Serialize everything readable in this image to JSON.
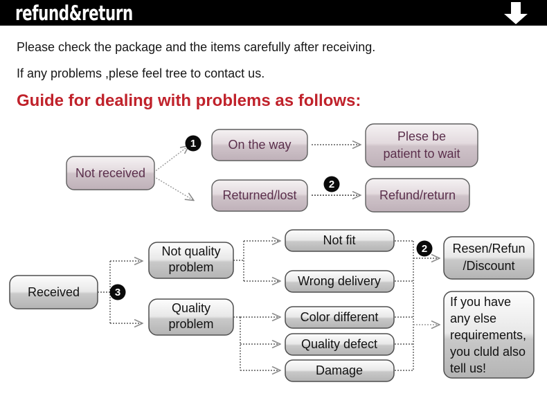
{
  "header": {
    "title": "refund&return",
    "arrow_icon": "arrow-down-icon",
    "background_color": "#000000",
    "text_color": "#ffffff"
  },
  "intro": {
    "line1": "Please check the package and the items carefully after receiving.",
    "line2": "If any problems ,plese feel tree to contact us.",
    "guide_title": "Guide for dealing with problems as follows:",
    "guide_color": "#c0222b"
  },
  "flow_top": {
    "start": "Not received",
    "branches": [
      {
        "marker": "1",
        "node": "On the way",
        "result": "Plese be\npatient to wait",
        "result_line1": "Plese be",
        "result_line2": "patient to wait"
      },
      {
        "marker": "2",
        "node": "Returned/lost",
        "result": "Refund/return",
        "result_line1": "Refund/return",
        "result_line2": ""
      }
    ],
    "node_text_color": "#5b2f4c"
  },
  "flow_bottom": {
    "start": "Received",
    "marker": "3",
    "categories": [
      {
        "label_line1": "Not quality",
        "label_line2": "problem",
        "issues": [
          "Not fit",
          "Wrong delivery"
        ]
      },
      {
        "label_line1": "Quality",
        "label_line2": "problem",
        "issues": [
          "Color different",
          "Quality defect",
          "Damage"
        ]
      }
    ],
    "outcome": {
      "marker": "2",
      "line1": "Resen/Refun",
      "line2": "/Discount"
    },
    "note": {
      "line1": "If you have",
      "line2": "any else",
      "line3": "requirements,",
      "line4": "you cluld also",
      "line5": "tell us!"
    },
    "node_text_color": "#111111"
  }
}
